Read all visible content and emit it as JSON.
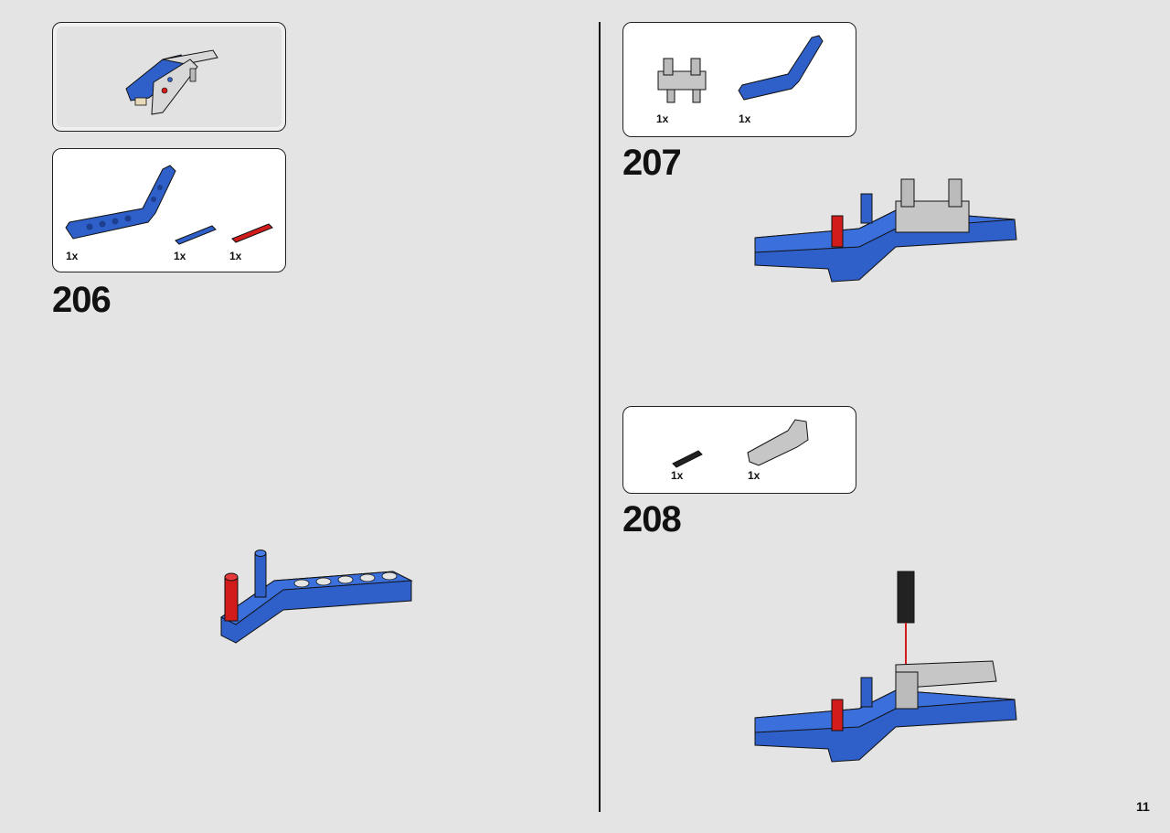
{
  "page_number": "11",
  "steps": [
    {
      "number": "206",
      "parts": [
        {
          "qty": "1x"
        },
        {
          "qty": "1x"
        },
        {
          "qty": "1x"
        }
      ]
    },
    {
      "number": "207",
      "parts": [
        {
          "qty": "1x"
        },
        {
          "qty": "1x"
        }
      ]
    },
    {
      "number": "208",
      "parts": [
        {
          "qty": "1x"
        },
        {
          "qty": "1x"
        }
      ]
    }
  ],
  "colors": {
    "blue": "#2f5fc8",
    "red": "#d21b1b",
    "gray": "#c6c6c6",
    "black": "#222222"
  }
}
